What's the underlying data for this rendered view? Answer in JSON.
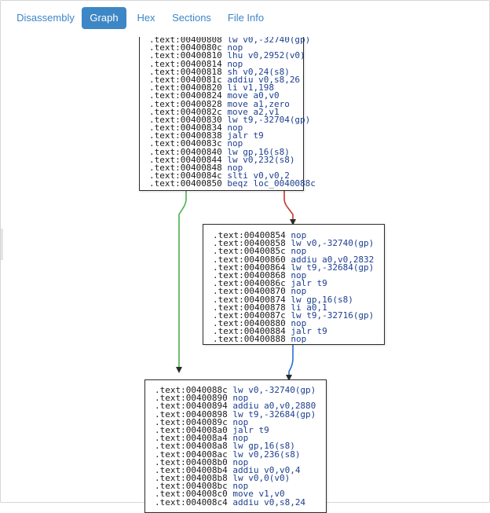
{
  "tabs": [
    {
      "label": "Disassembly",
      "active": false
    },
    {
      "label": "Graph",
      "active": true
    },
    {
      "label": "Hex",
      "active": false
    },
    {
      "label": "Sections",
      "active": false
    },
    {
      "label": "File Info",
      "active": false
    }
  ],
  "colors": {
    "accent": "#3d87c6",
    "edge_fallthrough": "#c0392b",
    "edge_jump": "#4caf50",
    "edge_unconditional": "#2a6fc9",
    "address": "#1a1a1a",
    "instruction": "#1d3f8f"
  },
  "graph": {
    "blocks": [
      {
        "id": "block-1",
        "lines": [
          {
            "addr": ".text:00400808",
            "ins": "lw v0,-32740(gp)"
          },
          {
            "addr": ".text:0040080c",
            "ins": "nop"
          },
          {
            "addr": ".text:00400810",
            "ins": "lhu v0,2952(v0)"
          },
          {
            "addr": ".text:00400814",
            "ins": "nop"
          },
          {
            "addr": ".text:00400818",
            "ins": "sh v0,24(s8)"
          },
          {
            "addr": ".text:0040081c",
            "ins": "addiu v0,s8,26"
          },
          {
            "addr": ".text:00400820",
            "ins": "li v1,198"
          },
          {
            "addr": ".text:00400824",
            "ins": "move a0,v0"
          },
          {
            "addr": ".text:00400828",
            "ins": "move a1,zero"
          },
          {
            "addr": ".text:0040082c",
            "ins": "move a2,v1"
          },
          {
            "addr": ".text:00400830",
            "ins": "lw t9,-32704(gp)"
          },
          {
            "addr": ".text:00400834",
            "ins": "nop"
          },
          {
            "addr": ".text:00400838",
            "ins": "jalr t9"
          },
          {
            "addr": ".text:0040083c",
            "ins": "nop"
          },
          {
            "addr": ".text:00400840",
            "ins": "lw gp,16(s8)"
          },
          {
            "addr": ".text:00400844",
            "ins": "lw v0,232(s8)"
          },
          {
            "addr": ".text:00400848",
            "ins": "nop"
          },
          {
            "addr": ".text:0040084c",
            "ins": "slti v0,v0,2"
          },
          {
            "addr": ".text:00400850",
            "ins": "beqz loc_0040088c"
          }
        ]
      },
      {
        "id": "block-2",
        "lines": [
          {
            "addr": ".text:00400854",
            "ins": "nop"
          },
          {
            "addr": ".text:00400858",
            "ins": "lw v0,-32740(gp)"
          },
          {
            "addr": ".text:0040085c",
            "ins": "nop"
          },
          {
            "addr": ".text:00400860",
            "ins": "addiu a0,v0,2832"
          },
          {
            "addr": ".text:00400864",
            "ins": "lw t9,-32684(gp)"
          },
          {
            "addr": ".text:00400868",
            "ins": "nop"
          },
          {
            "addr": ".text:0040086c",
            "ins": "jalr t9"
          },
          {
            "addr": ".text:00400870",
            "ins": "nop"
          },
          {
            "addr": ".text:00400874",
            "ins": "lw gp,16(s8)"
          },
          {
            "addr": ".text:00400878",
            "ins": "li a0,1"
          },
          {
            "addr": ".text:0040087c",
            "ins": "lw t9,-32716(gp)"
          },
          {
            "addr": ".text:00400880",
            "ins": "nop"
          },
          {
            "addr": ".text:00400884",
            "ins": "jalr t9"
          },
          {
            "addr": ".text:00400888",
            "ins": "nop"
          }
        ]
      },
      {
        "id": "block-3",
        "lines": [
          {
            "addr": ".text:0040088c",
            "ins": "lw v0,-32740(gp)"
          },
          {
            "addr": ".text:00400890",
            "ins": "nop"
          },
          {
            "addr": ".text:00400894",
            "ins": "addiu a0,v0,2880"
          },
          {
            "addr": ".text:00400898",
            "ins": "lw t9,-32684(gp)"
          },
          {
            "addr": ".text:0040089c",
            "ins": "nop"
          },
          {
            "addr": ".text:004008a0",
            "ins": "jalr t9"
          },
          {
            "addr": ".text:004008a4",
            "ins": "nop"
          },
          {
            "addr": ".text:004008a8",
            "ins": "lw gp,16(s8)"
          },
          {
            "addr": ".text:004008ac",
            "ins": "lw v0,236(s8)"
          },
          {
            "addr": ".text:004008b0",
            "ins": "nop"
          },
          {
            "addr": ".text:004008b4",
            "ins": "addiu v0,v0,4"
          },
          {
            "addr": ".text:004008b8",
            "ins": "lw v0,0(v0)"
          },
          {
            "addr": ".text:004008bc",
            "ins": "nop"
          },
          {
            "addr": ".text:004008c0",
            "ins": "move v1,v0"
          },
          {
            "addr": ".text:004008c4",
            "ins": "addiu v0,s8,24"
          }
        ]
      }
    ]
  }
}
